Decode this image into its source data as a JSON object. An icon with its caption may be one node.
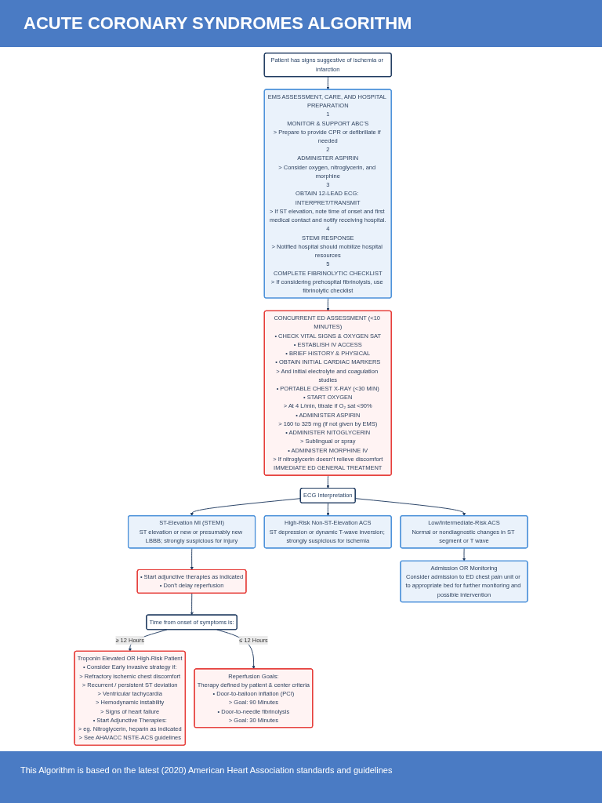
{
  "diagram": {
    "title": "ACUTE CORONARY SYNDROMES ALGORITHM",
    "caption": "This Algorithm is based on the latest (2020) American Heart Association standards and guidelines",
    "nodes": [
      {
        "text": [
          "Patient has signs suggestive of ischemia or infarction"
        ]
      },
      {
        "text": [
          "EMS ASSESSMENT, CARE, AND HOSPITAL PREPARATION",
          "1",
          "MONITOR & SUPPORT ABC’S",
          "> Prepare to provide CPR or defibrillate if needed",
          "2",
          "ADMINISTER ASPIRIN",
          "> Consider oxygen, nitroglycerin, and morphine",
          "3",
          "OBTAIN 12-LEAD ECG: INTERPRET/TRANSMIT",
          "> If ST elevation, note time of onset and first medical contact and notify receiving hospital.",
          "4",
          "STEMI RESPONSE",
          "> Notified hospital should mobilize hospital resources",
          "5",
          "COMPLETE FIBRINOLYTIC CHECKLIST",
          "> If considering prehospital fibrinolysis, use fibrinolytic checklist"
        ]
      },
      {
        "text": [
          "CONCURRENT ED ASSESSMENT (<10 MINUTES)",
          "• CHECK VITAL SIGNS & OXYGEN SAT",
          "• ESTABLISH IV ACCESS",
          "• BRIEF HISTORY & PHYSICAL",
          "• OBTAIN INITIAL CARDIAC MARKERS",
          "> And initial electrolyte and coagulation studies",
          "• PORTABLE CHEST X-RAY (<30 MIN)",
          "• START OXYGEN",
          "> At 4 L/min, titrate if O₂ sat <90%",
          "• ADMINISTER ASPIRIN",
          "> 160 to 325 mg (if not given by EMS)",
          "• ADMINISTER NITOGLYCERIN",
          "> Sublingual or spray",
          "• ADMINISTER MORPHINE IV",
          "> If nitroglycerin doesn’t relieve discomfort",
          "IMMEDIATE ED GENERAL TREATMENT"
        ]
      },
      {
        "text": [
          "ECG Interpretation"
        ]
      },
      {
        "text": [
          "ST-Elevation MI (STEMI)",
          "ST elevation or new or presumably new LBBB; strongly suspicious for injury"
        ]
      },
      {
        "text": [
          "High-Risk Non-ST-Elevation ACS",
          "ST depression or dynamic T-wave inversion; strongly suspicious for ischemia"
        ]
      },
      {
        "text": [
          "Low/Intermediate-Risk ACS",
          "Normal or nondiagnostic changes in ST segment or T wave"
        ]
      },
      {
        "text": [
          "• Start adjunctive therapies as indicated",
          "• Don’t delay reperfusion"
        ]
      },
      {
        "text": [
          "Admission OR Monitoring",
          "Consider admission to ED chest pain unit or to appropriate bed for further monitoring and possible intervention"
        ]
      },
      {
        "text": [
          "Time from onset of symptoms is:"
        ]
      },
      {
        "text": [
          "Troponin Elevated OR High-Risk Patient",
          "• Consider Early invasive strategy if:",
          "> Refractory ischemic chest discomfort",
          "> Recurrent / persistent ST deviation",
          "> Ventricular tachycardia",
          "> Hemodynamic instability",
          "> Signs of heart failure",
          "• Start Adjunctive Therapies:",
          "> eg. Nitroglycerin, heparin as indicated",
          "> See AHA/ACC NSTE-ACS guidelines"
        ]
      },
      {
        "text": [
          "Reperfusion Goals:",
          "Therapy defined by patient & center criteria",
          "• Door-to-balloon inflation (PCI)",
          "> Goal: 90 Minutes",
          "• Door-to-needle fibrinolysis",
          "> Goal: 30 Minutes"
        ]
      }
    ],
    "edges": [
      {
        "from": 0,
        "to": 1,
        "arrow": "to"
      },
      {
        "from": 1,
        "to": 2,
        "arrow": "to"
      },
      {
        "from": 2,
        "to": 3,
        "arrow": "to"
      },
      {
        "from": 3,
        "to": 4,
        "arrow": "to"
      },
      {
        "from": 3,
        "to": 5,
        "arrow": "to"
      },
      {
        "from": 3,
        "to": 6,
        "arrow": "to"
      },
      {
        "from": 4,
        "to": 7,
        "arrow": "to"
      },
      {
        "from": 6,
        "to": 8,
        "arrow": "to"
      },
      {
        "from": 7,
        "to": 9,
        "arrow": "to"
      },
      {
        "from": 9,
        "to": 10,
        "label": "≥ 12 Hours",
        "arrow": "to"
      },
      {
        "from": 9,
        "to": 11,
        "label": "≤ 12 Hours",
        "arrow": "to"
      }
    ]
  }
}
